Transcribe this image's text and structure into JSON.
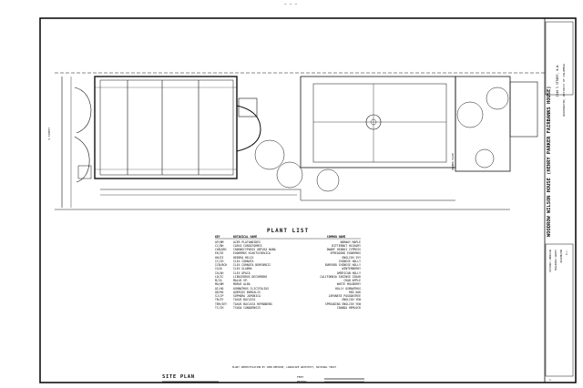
{
  "sheet": {
    "top_mark": "— — —",
    "project_title": "WOODROW WILSON HOUSE (HENRY PARKER FAIRBANKS HOUSE)",
    "project_subtitle": "2340 S STREET, N.W.",
    "project_location": "WASHINGTON, DISTRICT OF COLUMBIA",
    "drawing_title": "SITE PLAN",
    "scale_text": "FEET",
    "scale_text_2": "METERS",
    "sheet_number": "1",
    "street_label": "S STREET",
    "credit": "PLANT IDENTIFICATION BY JOHN BEECHAM, LANDSCAPE ARCHITECT, NATIONAL TRUST",
    "title_block_lines": [
      "HISTORIC AMERICAN",
      "BUILDINGS SURVEY",
      "WASHINGTON",
      "D.C."
    ],
    "building_label": "DOWNER PLACE"
  },
  "plant_list": {
    "title": "PLANT LIST",
    "headers": {
      "key": "KEY",
      "botanical": "BOTANICAL NAME",
      "common": "COMMON NAME"
    },
    "rows": [
      {
        "key": "AP/NM",
        "botanical": "ACER PLATANOIDES",
        "common": "NORWAY MAPLE"
      },
      {
        "key": "CC/BH",
        "botanical": "CARYA CORDIFORMIS",
        "common": "BITTERNUT HICKORY"
      },
      {
        "key": "COB/DHC",
        "botanical": "CHAMAECYPARIS OBTUSA NANA",
        "common": "DWARF HINOKI CYPRESS"
      },
      {
        "key": "EK/SE",
        "botanical": "EUONYMUS KIAUTSCHOVICA",
        "common": "SPREADING EUONYMUS"
      },
      {
        "key": "HH/EI",
        "botanical": "HEDERA HELIX",
        "common": "ENGLISH IVY"
      },
      {
        "key": "IC/CH",
        "botanical": "ILEX CORNUTA",
        "common": "CHINESE HOLLY"
      },
      {
        "key": "ICB/BCH",
        "botanical": "ILEX CORNUTA BURFORDII",
        "common": "BURFORD CHINESE HOLLY"
      },
      {
        "key": "IG/W",
        "botanical": "ILEX GLABRA",
        "common": "WINTERBERRY"
      },
      {
        "key": "IO/AH",
        "botanical": "ILEX OPACA",
        "common": "AMERICAN HOLLY"
      },
      {
        "key": "LD/IC",
        "botanical": "LIBOCEDRUS DECURRENS",
        "common": "CALIFORNIA INCENSE CEDAR"
      },
      {
        "key": "M/CA",
        "botanical": "MALUS SP.",
        "common": "CRAB APPLE"
      },
      {
        "key": "MA/WM",
        "botanical": "MORUS ALBA",
        "common": "WHITE MULBERRY"
      },
      {
        "key": "OI/HO",
        "botanical": "OSMANTHUS ILICIFOLIUS",
        "common": "HOLLY OSMANTHUS"
      },
      {
        "key": "QR/RO",
        "botanical": "QUERCUS BOREALIS",
        "common": "RED OAK"
      },
      {
        "key": "SJ/JP",
        "botanical": "SOPHORA JAPONICA",
        "common": "JAPANESE PAGODATREE"
      },
      {
        "key": "TB/EY",
        "botanical": "TAXUS BACCATA",
        "common": "ENGLISH YEW"
      },
      {
        "key": "TBR/SEY",
        "botanical": "TAXUS BACCATA REPANDENS",
        "common": "SPREADING ENGLISH YEW"
      },
      {
        "key": "TC/CH",
        "botanical": "TSUGA CANADENSIS",
        "common": "CANADA HEMLOCK"
      }
    ]
  }
}
